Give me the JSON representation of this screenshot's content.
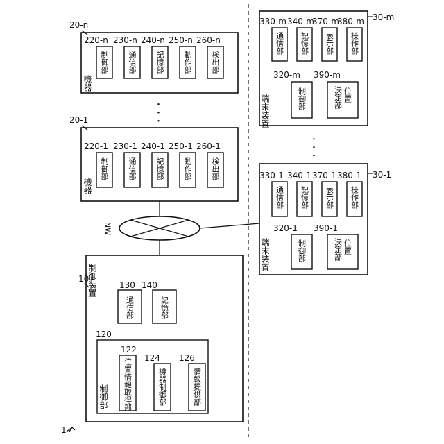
{
  "system_ref": "1",
  "network": {
    "label": "NW"
  },
  "ellipsis": "・・・",
  "control_device": {
    "ref": "10",
    "title": "制御装置",
    "comm": {
      "ref": "130",
      "label": "通信部"
    },
    "storage": {
      "ref": "140",
      "label": "記憶部"
    },
    "controller": {
      "ref": "120",
      "title": "制御部",
      "units": [
        {
          "ref": "122",
          "label": "位置情報取得部"
        },
        {
          "ref": "124",
          "label": "機器制御部"
        },
        {
          "ref": "126",
          "label": "情報提供部"
        }
      ]
    }
  },
  "devices": [
    {
      "ref": "20-n",
      "title": "機器",
      "units": [
        {
          "ref": "220-n",
          "label": "制御部"
        },
        {
          "ref": "230-n",
          "label": "通信部"
        },
        {
          "ref": "240-n",
          "label": "記憶部"
        },
        {
          "ref": "250-n",
          "label": "動作部"
        },
        {
          "ref": "260-n",
          "label": "検出部"
        }
      ]
    },
    {
      "ref": "20-1",
      "title": "機器",
      "units": [
        {
          "ref": "220-1",
          "label": "制御部"
        },
        {
          "ref": "230-1",
          "label": "通信部"
        },
        {
          "ref": "240-1",
          "label": "記憶部"
        },
        {
          "ref": "250-1",
          "label": "動作部"
        },
        {
          "ref": "260-1",
          "label": "検出部"
        }
      ]
    }
  ],
  "terminals": [
    {
      "ref": "30-m",
      "title": "端末装置",
      "top_units": [
        {
          "ref": "330-m",
          "label": "通信部"
        },
        {
          "ref": "340-m",
          "label": "記憶部"
        },
        {
          "ref": "370-m",
          "label": "表示部"
        },
        {
          "ref": "380-m",
          "label": "操作部"
        }
      ],
      "controller": {
        "ref": "320-m",
        "label": "制御部"
      },
      "position": {
        "ref": "390-m",
        "label_line1": "位置",
        "label_line2": "決定部"
      }
    },
    {
      "ref": "30-1",
      "title": "端末装置",
      "top_units": [
        {
          "ref": "330-1",
          "label": "通信部"
        },
        {
          "ref": "340-1",
          "label": "記憶部"
        },
        {
          "ref": "370-1",
          "label": "表示部"
        },
        {
          "ref": "380-1",
          "label": "操作部"
        }
      ],
      "controller": {
        "ref": "320-1",
        "label": "制御部"
      },
      "position": {
        "ref": "390-1",
        "label_line1": "位置",
        "label_line2": "決定部"
      }
    }
  ]
}
